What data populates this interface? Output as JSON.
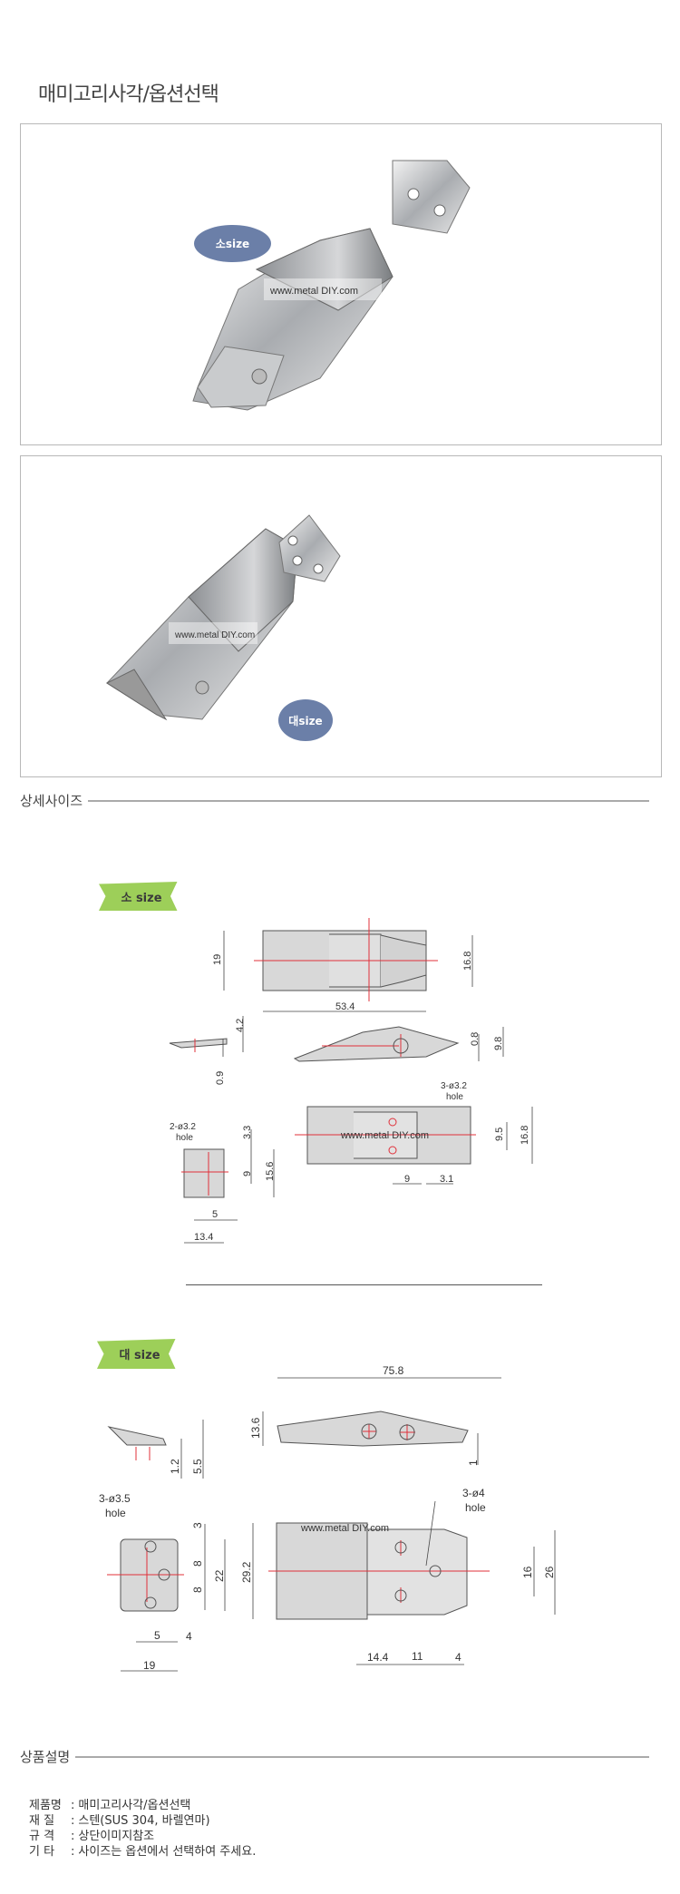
{
  "title": "매미고리사각/옵션선택",
  "photos": [
    {
      "bubble": "소size",
      "watermark": "www.metal DIY.com"
    },
    {
      "bubble": "대size",
      "watermark": "www.metal DIY.com"
    }
  ],
  "sections": {
    "detail_size": "상세사이즈",
    "product_desc": "상품설명"
  },
  "small": {
    "tag": "소 size",
    "dims": {
      "h19": "19",
      "w53_4": "53.4",
      "h16_8a": "16.8",
      "d4_2": "4.2",
      "d0_9": "0.9",
      "d0_8": "0.8",
      "d9_8": "9.8",
      "hole_a": "2-ø3.2",
      "hole_a2": "hole",
      "d3_3": "3.3",
      "d9a": "9",
      "d15_6": "15.6",
      "d5": "5",
      "d13_4": "13.4",
      "hole_b": "3-ø3.2",
      "hole_b2": "hole",
      "d9_5": "9.5",
      "h16_8b": "16.8",
      "d9b": "9",
      "d3_1": "3.1"
    },
    "watermark": "www.metal DIY.com"
  },
  "large": {
    "tag": "대 size",
    "dims": {
      "w75_8": "75.8",
      "h13_6": "13.6",
      "d1": "1",
      "d1_2": "1.2",
      "d5_5": "5.5",
      "hole_a": "3-ø3.5",
      "hole_a2": "hole",
      "d3": "3",
      "d8a": "8",
      "d8b": "8",
      "d22": "22",
      "d5": "5",
      "d4a": "4",
      "d19": "19",
      "d29_2": "29.2",
      "hole_b": "3-ø4",
      "hole_b2": "hole",
      "d16": "16",
      "d26": "26",
      "d14_4": "14.4",
      "d11": "11",
      "d4b": "4"
    },
    "watermark": "www.metal DIY.com"
  },
  "description": [
    {
      "label": "제품명",
      "value": "매미고리사각/옵션선택"
    },
    {
      "label": "재 질",
      "value": "스텐(SUS 304, 바렐연마)"
    },
    {
      "label": "규 격",
      "value": "상단이미지참조"
    },
    {
      "label": "기 타",
      "value": "사이즈는 옵션에서 선택하여 주세요."
    }
  ],
  "colors": {
    "bubble": "#6b7fa8",
    "tag": "#9dcf59",
    "centerline": "#e0303a"
  }
}
